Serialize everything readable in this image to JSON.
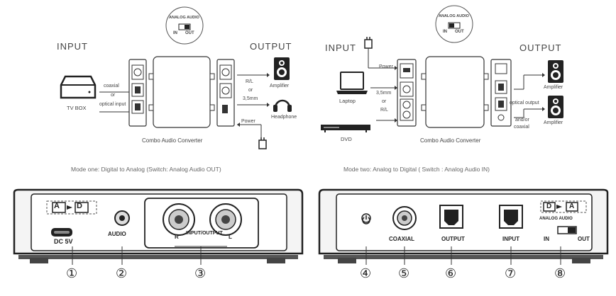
{
  "mode_one": {
    "input_header": "INPUT",
    "output_header": "OUTPUT",
    "switch_title": "ANALOG AUDIO",
    "switch_in": "IN",
    "switch_out": "OUT",
    "source": "TV BOX",
    "link_top": "coaxial",
    "link_mid": "or",
    "link_bottom": "optical input",
    "out_rl": "R/L",
    "out_or": "or",
    "out_35": "3,5mm",
    "amplifier": "Amplifier",
    "headphone": "Headphone",
    "power": "Power",
    "converter": "Combo Audio Converter",
    "caption": "Mode one: Digital to Analog (Switch: Analog Audio OUT)"
  },
  "mode_two": {
    "input_header": "INPUT",
    "output_header": "OUTPUT",
    "switch_title": "ANALOG AUDIO",
    "switch_in": "IN",
    "switch_out": "OUT",
    "power": "Power",
    "laptop": "Laptop",
    "in_35": "3,5mm",
    "in_or": "or",
    "in_rl": "R/L",
    "dvd": "DVD",
    "converter": "Combo Audio Converter",
    "optical_output": "optical output",
    "and_or": "and/or",
    "coaxial": "coaxial",
    "amplifier_top": "Amplifier",
    "amplifier_bottom": "Amplifier",
    "caption": "Mode two: Analog to Digital ( Switch : Analog Audio IN)"
  },
  "panel_left": {
    "badge_left": "A",
    "badge_right": "D",
    "dc": "DC 5V",
    "audio": "AUDIO",
    "r": "R",
    "io": "INPUT/OUTPUT",
    "l": "L"
  },
  "panel_right": {
    "coaxial": "COAXIAL",
    "output": "OUTPUT",
    "input": "INPUT",
    "badge_left": "D",
    "badge_right": "A",
    "analog_audio": "ANALOG AUDIO",
    "in": "IN",
    "out": "OUT"
  },
  "numbers": [
    "①",
    "②",
    "③",
    "④",
    "⑤",
    "⑥",
    "⑦",
    "⑧"
  ]
}
